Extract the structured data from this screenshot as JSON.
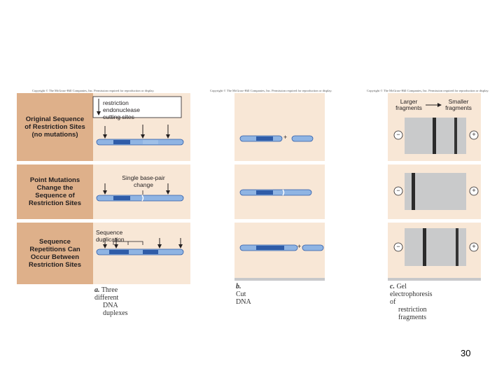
{
  "copyright": {
    "a": "Copyright © The McGraw-Hill Companies, Inc. Permission required for reproduction or display.",
    "b": "Copyright © The McGraw-Hill Companies, Inc. Permission required for reproduction or display.",
    "c": "Copyright © The McGraw-Hill Companies, Inc. Permission required for reproduction or display."
  },
  "panel_a": {
    "legend": "restriction endonuclease cutting sites",
    "legend_line1": "restriction endonuclease",
    "legend_line2": "cutting sites",
    "rows": [
      {
        "label_lines": [
          "Original Sequence",
          "of Restriction Sites",
          "(no mutations)"
        ]
      },
      {
        "label_lines": [
          "Point Mutations",
          "Change the",
          "Sequence of",
          "Restriction Sites"
        ],
        "note_lines": [
          "Single base-pair",
          "change"
        ]
      },
      {
        "label_lines": [
          "Sequence",
          "Repetitions Can",
          "Occur Between",
          "Restriction Sites"
        ],
        "note_lines": [
          "Sequence duplication"
        ]
      }
    ],
    "caption_letter": "a.",
    "caption_line1": "Three different",
    "caption_line2": "DNA duplexes"
  },
  "panel_b": {
    "plus": "+",
    "caption_letter": "b.",
    "caption_text": "Cut DNA"
  },
  "panel_c": {
    "larger_line1": "Larger",
    "larger_line2": "fragments",
    "smaller_line1": "Smaller",
    "smaller_line2": "fragments",
    "minus": "−",
    "plus": "+",
    "caption_letter": "c.",
    "caption_line1": "Gel electrophoresis of",
    "caption_line2": "restriction fragments"
  },
  "page_number": "30",
  "colors": {
    "label_bg": "#deb08a",
    "panel_bg": "#f8e7d6",
    "dna_light": "#8fb4e3",
    "dna_dark": "#2f5ca8",
    "gel": "#c9cacb",
    "band": "#1a1a1a"
  }
}
